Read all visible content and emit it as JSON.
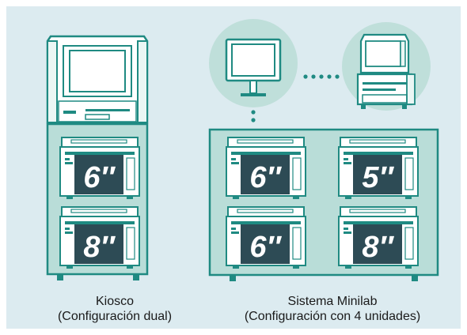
{
  "kiosk": {
    "caption_line1": "Kiosco",
    "caption_line2": "(Configuración dual)",
    "printers": [
      {
        "size_label": "6″"
      },
      {
        "size_label": "8″"
      }
    ]
  },
  "minilab": {
    "caption_line1": "Sistema Minilab",
    "caption_line2": "(Configuración con 4 unidades)",
    "printers": [
      {
        "size_label": "6″"
      },
      {
        "size_label": "5″"
      },
      {
        "size_label": "6″"
      },
      {
        "size_label": "8″"
      }
    ]
  },
  "colors": {
    "background_panel": "#dcebf0",
    "cabinet_fill": "#b9ddd8",
    "outline_teal": "#1f8a82",
    "label_dark": "#2d4b55",
    "circle_fill": "#bfdfda",
    "device_white": "#ffffff"
  },
  "icons": [
    "kiosk-icon",
    "monitor-icon",
    "order-terminal-icon",
    "printer-icon"
  ]
}
